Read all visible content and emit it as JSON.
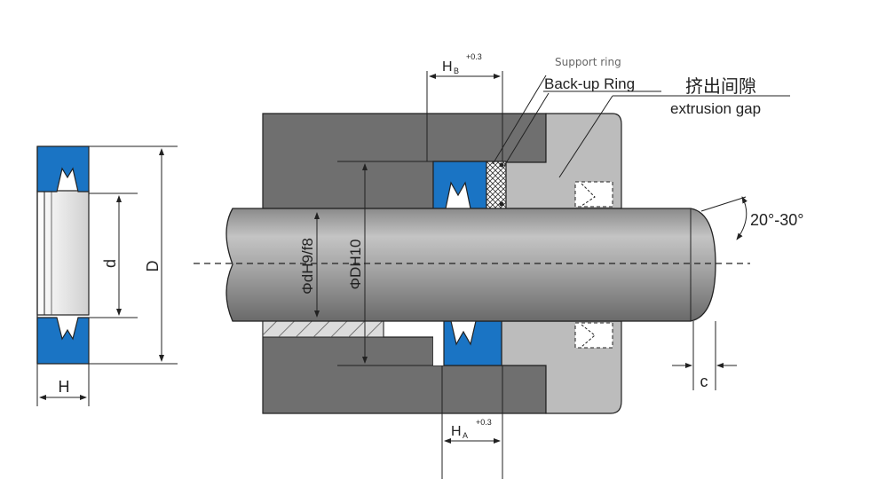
{
  "labels": {
    "support_ring": "Support ring",
    "backup_ring": "Back-up Ring",
    "extrusion_gap_cn": "挤出间隙",
    "extrusion_gap_en": "extrusion gap",
    "angle": "20°-30°",
    "hb": "H",
    "hb_sub": "B",
    "hb_tol": "+0.3",
    "ha": "H",
    "ha_sub": "A",
    "ha_tol": "+0.3",
    "d": "d",
    "D": "D",
    "H": "H",
    "c": "c",
    "dh9": "ΦdH9/f8",
    "dh10": "ΦDH10"
  },
  "colors": {
    "seal_blue": "#1a74c4",
    "housing_dark": "#6f6f6f",
    "housing_light": "#bcbcbc",
    "rod": "#9a9a9a",
    "outline": "#222222"
  }
}
